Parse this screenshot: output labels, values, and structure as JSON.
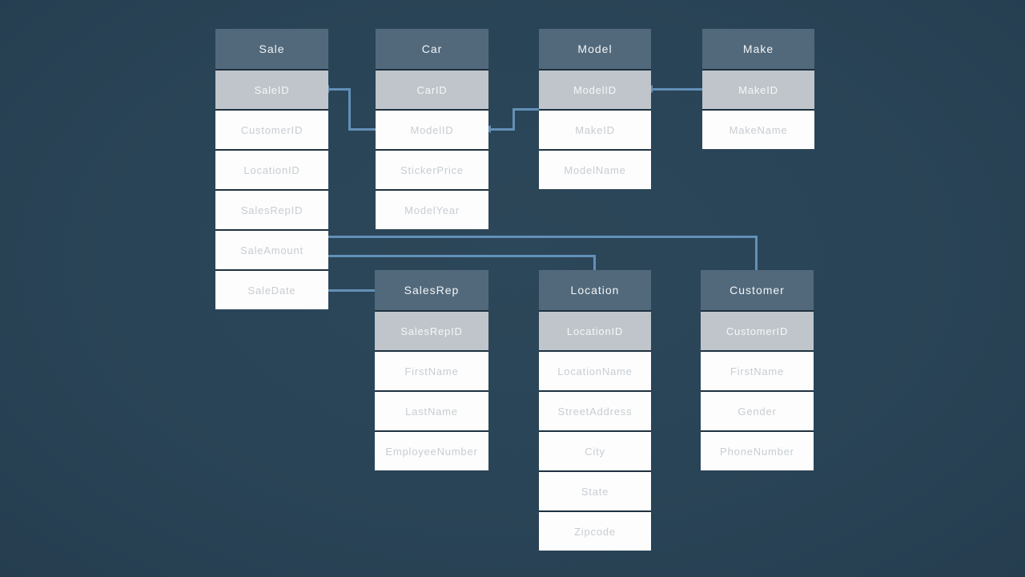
{
  "diagram": {
    "type": "database-schema",
    "colors": {
      "background": "#2a4457",
      "table_header": "#52697b",
      "primary_key_row": "#bfc5ca",
      "field_row": "#fdfdfd",
      "field_text": "#c7cdd2",
      "header_text": "#f2f5f7",
      "connector_line": "#6290b8"
    }
  },
  "tables": [
    {
      "name": "Sale",
      "pk": "SaleID",
      "fields": [
        "CustomerID",
        "LocationID",
        "SalesRepID",
        "SaleAmount",
        "SaleDate"
      ]
    },
    {
      "name": "Car",
      "pk": "CarID",
      "fields": [
        "ModelID",
        "StickerPrice",
        "ModelYear"
      ]
    },
    {
      "name": "Model",
      "pk": "ModelID",
      "fields": [
        "MakeID",
        "ModelName"
      ]
    },
    {
      "name": "Make",
      "pk": "MakeID",
      "fields": [
        "MakeName"
      ]
    },
    {
      "name": "SalesRep",
      "pk": "SalesRepID",
      "fields": [
        "FirstName",
        "LastName",
        "EmployeeNumber"
      ]
    },
    {
      "name": "Location",
      "pk": "LocationID",
      "fields": [
        "LocationName",
        "StreetAddress",
        "City",
        "State",
        "Zipcode"
      ]
    },
    {
      "name": "Customer",
      "pk": "CustomerID",
      "fields": [
        "FirstName",
        "Gender",
        "PhoneNumber"
      ]
    }
  ],
  "relationships": [
    {
      "from": "Car.ModelID",
      "to": "Sale.SaleID",
      "arrow_at": "Sale.SaleID"
    },
    {
      "from": "Model",
      "to": "Car.ModelID",
      "arrow_at": "Car.ModelID"
    },
    {
      "from": "Make.MakeID",
      "to": "Model.ModelID",
      "arrow_at": "Model.ModelID"
    },
    {
      "from": "Sale",
      "to": "Customer",
      "arrow_at": ""
    },
    {
      "from": "Sale",
      "to": "Location",
      "arrow_at": ""
    },
    {
      "from": "Sale.SaleDate",
      "to": "SalesRep",
      "arrow_at": ""
    }
  ]
}
